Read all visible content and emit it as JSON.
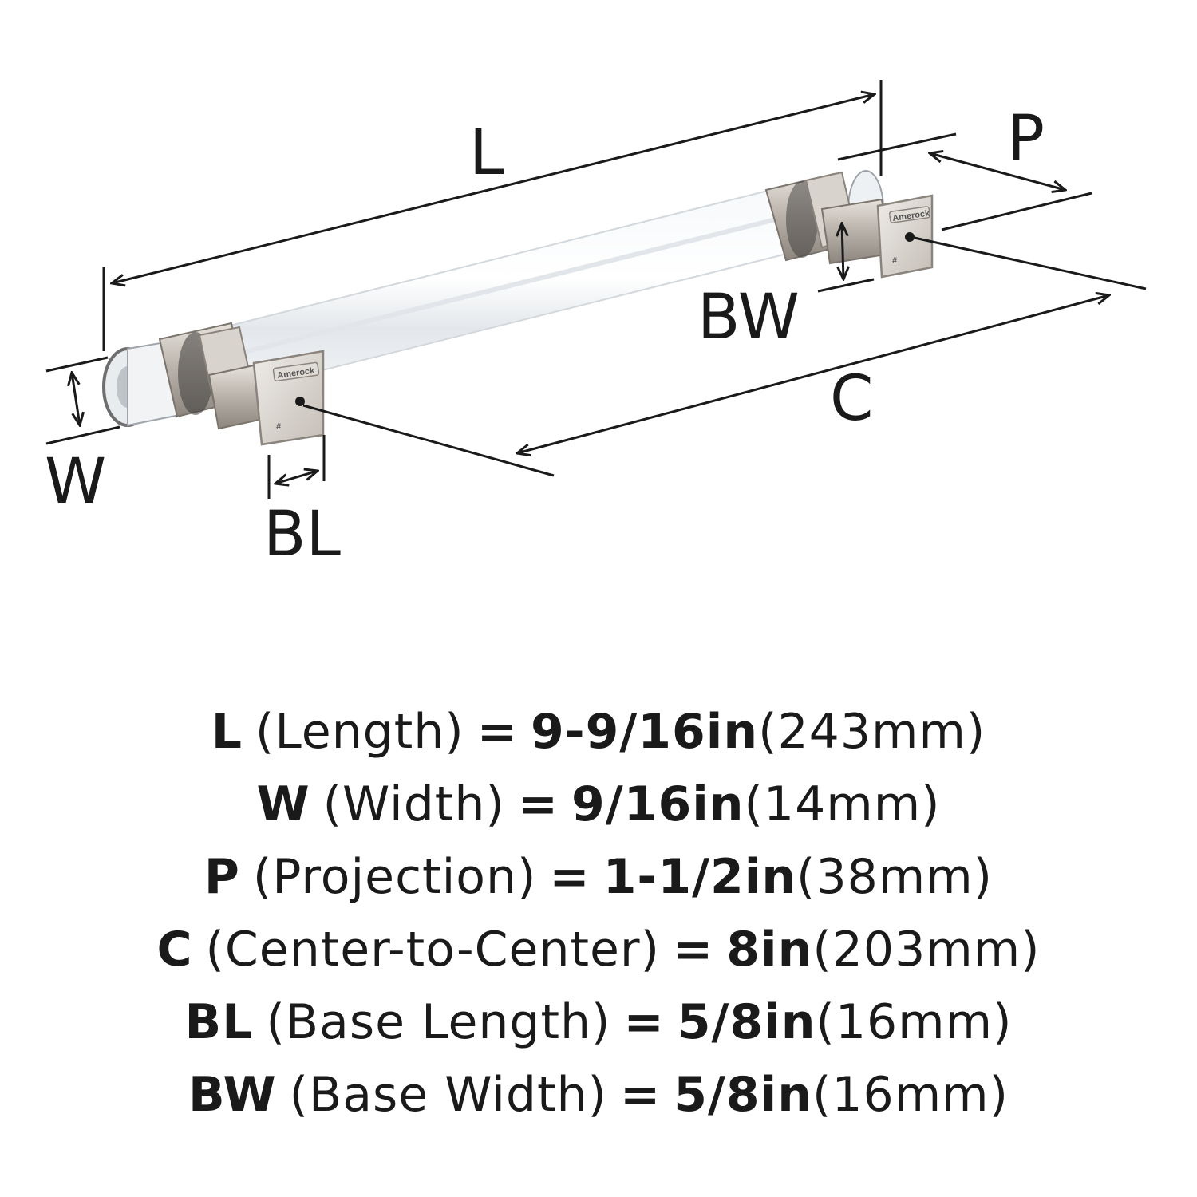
{
  "diagram": {
    "labels": {
      "L": "L",
      "P": "P",
      "BW": "BW",
      "C": "C",
      "W": "W",
      "BL": "BL"
    },
    "brand_mark": "Amerock",
    "base_mark": "#",
    "colors": {
      "line": "#1a1a1a",
      "metal": "#c9c3bb",
      "metal_dark": "#8a847d",
      "acrylic": "#eef1f4"
    }
  },
  "specs": [
    {
      "letter": "L",
      "name": "(Length)",
      "eq": "=",
      "imperial": "9-9/16in",
      "metric": "(243mm)"
    },
    {
      "letter": "W",
      "name": "(Width)",
      "eq": "=",
      "imperial": "9/16in",
      "metric": "(14mm)"
    },
    {
      "letter": "P",
      "name": "(Projection)",
      "eq": "=",
      "imperial": "1-1/2in",
      "metric": "(38mm)"
    },
    {
      "letter": "C",
      "name": "(Center-to-Center)",
      "eq": "=",
      "imperial": "8in",
      "metric": "(203mm)"
    },
    {
      "letter": "BL",
      "name": "(Base Length)",
      "eq": "=",
      "imperial": "5/8in",
      "metric": "(16mm)"
    },
    {
      "letter": "BW",
      "name": "(Base Width)",
      "eq": "=",
      "imperial": "5/8in",
      "metric": "(16mm)"
    }
  ]
}
